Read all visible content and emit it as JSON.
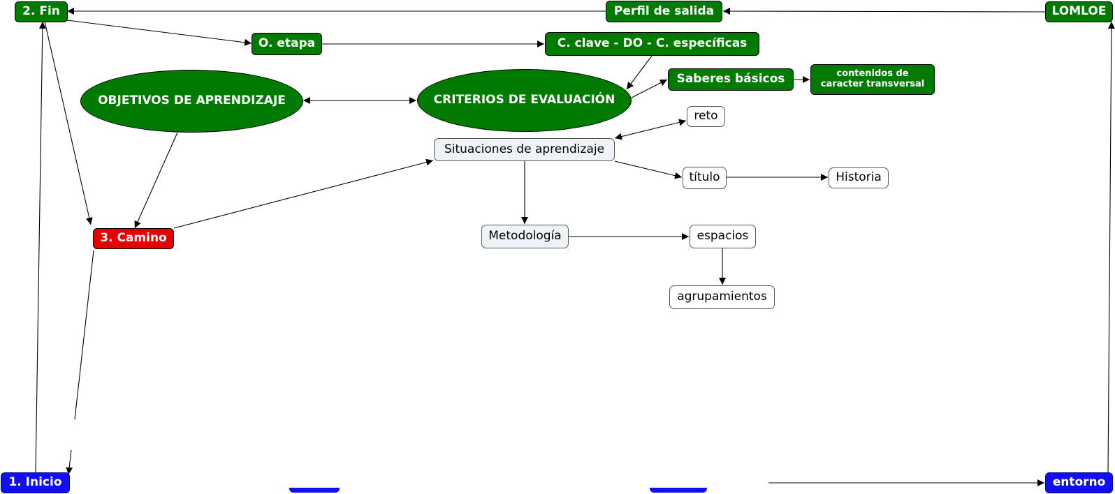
{
  "diagram": {
    "nodes": {
      "fin": "2. Fin",
      "perfil": "Perfil de salida",
      "lomloe": "LOMLOE",
      "oetapa": "O. etapa",
      "cclave": "C. clave - DO - C. específicas",
      "saberes": "Saberes básicos",
      "contenidos": "contenidos de caracter transversal",
      "objetivos": "OBJETIVOS DE APRENDIZAJE",
      "criterios": "CRITERIOS DE EVALUACIÓN",
      "reto": "reto",
      "situaciones": "Situaciones de aprendizaje",
      "titulo": "título",
      "historia": "Historia",
      "camino": "3. Camino",
      "metodologia": "Metodología",
      "espacios": "espacios",
      "agrupamientos": "agrupamientos",
      "inicio": "1. Inicio",
      "entorno": "entorno"
    },
    "colors": {
      "green": "#007a00",
      "red": "#e80000",
      "blue": "#1010ee",
      "grey_fill": "#eef4f6",
      "white_fill": "#ffffff"
    }
  }
}
